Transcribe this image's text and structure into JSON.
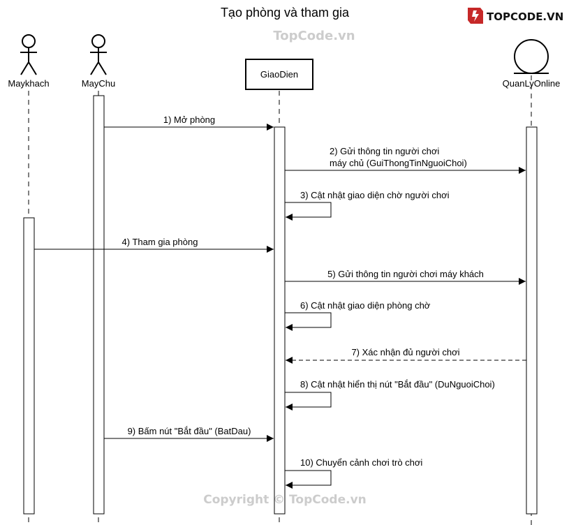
{
  "title": "Tạo phòng và tham gia",
  "brand": {
    "logo_text": "TOPCODE.VN",
    "watermark_top": "TopCode.vn",
    "watermark_bottom": "Copyright © TopCode.vn"
  },
  "participants": [
    {
      "id": "maykhach",
      "label": "Maykhach",
      "kind": "actor"
    },
    {
      "id": "maychu",
      "label": "MayChu",
      "kind": "actor"
    },
    {
      "id": "giaodien",
      "label": "GiaoDien",
      "kind": "boundary"
    },
    {
      "id": "quanly",
      "label": "QuanLyOnline",
      "kind": "entity"
    }
  ],
  "messages": [
    {
      "label": "1) Mở phòng",
      "from": "maychu",
      "to": "giaodien",
      "style": "solid"
    },
    {
      "label": "2) Gửi thông tin người chơi",
      "label2": "máy chủ (GuiThongTinNguoiChoi)",
      "from": "giaodien",
      "to": "quanly",
      "style": "solid"
    },
    {
      "label": "3) Cật nhật giao diện chờ người chơi",
      "from": "giaodien",
      "to": "giaodien",
      "style": "self"
    },
    {
      "label": "4) Tham gia phòng",
      "from": "maykhach",
      "to": "giaodien",
      "style": "solid"
    },
    {
      "label": "5) Gửi thông tin người chơi máy khách",
      "from": "giaodien",
      "to": "quanly",
      "style": "solid"
    },
    {
      "label": "6) Cật nhật giao diện phòng chờ",
      "from": "giaodien",
      "to": "giaodien",
      "style": "self"
    },
    {
      "label": "7) Xác nhận đủ người chơi",
      "from": "quanly",
      "to": "giaodien",
      "style": "dashed"
    },
    {
      "label": "8) Cật nhật hiển thị nút \"Bắt đầu\" (DuNguoiChoi)",
      "from": "giaodien",
      "to": "giaodien",
      "style": "self"
    },
    {
      "label": "9) Bấm nút \"Bắt đầu\" (BatDau)",
      "from": "maychu",
      "to": "giaodien",
      "style": "solid"
    },
    {
      "label": "10) Chuyển cảnh chơi trò chơi",
      "from": "giaodien",
      "to": "giaodien",
      "style": "self"
    }
  ]
}
